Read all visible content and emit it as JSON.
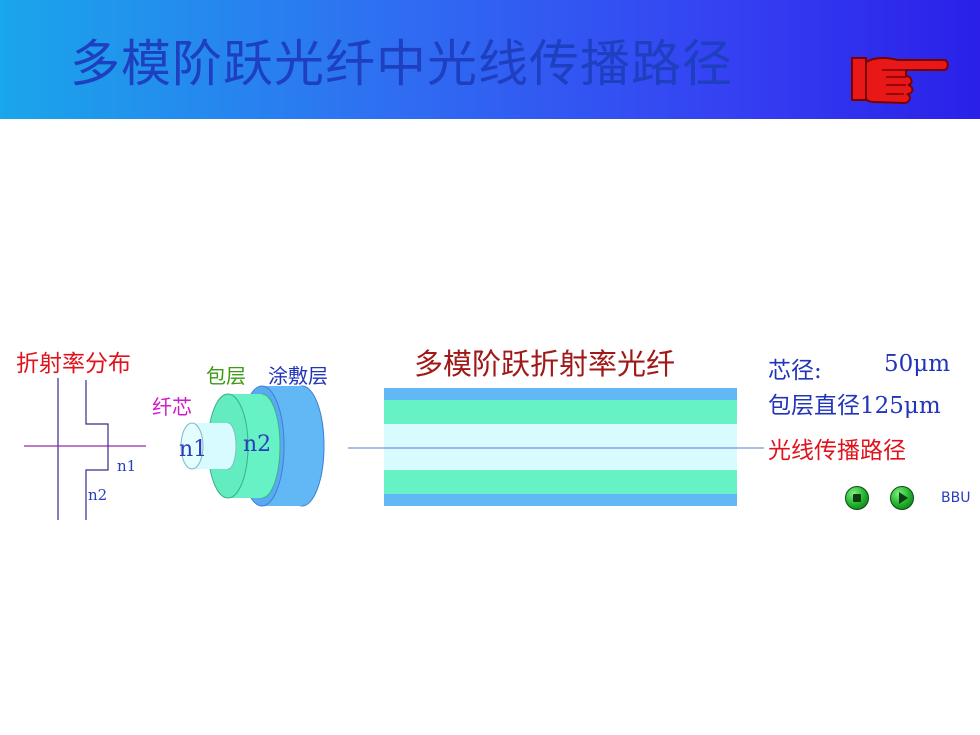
{
  "header": {
    "title": "多模阶跃光纤中光线传播路径",
    "pointer_icon": "pointing-hand-icon"
  },
  "index_profile": {
    "title": "折射率分布",
    "n1_label": "n1",
    "n2_label": "n2"
  },
  "cross_section": {
    "cladding_label": "包层",
    "coating_label": "涂敷层",
    "core_label": "纤芯",
    "core_index": "n1",
    "cladding_index": "n2"
  },
  "fiber": {
    "title": "多模阶跃折射率光纤",
    "core_diameter_label": "芯径:",
    "core_diameter_value": "50μm",
    "cladding_diameter_label": "包层直径125μm",
    "ray_path_label": "光线传播路径"
  },
  "controls": {
    "stop_icon": "stop-icon",
    "play_icon": "play-icon",
    "logo_text": "BBU"
  },
  "colors": {
    "header_start": "#1aa6ea",
    "header_end": "#2a20e8",
    "core": "#d8fbff",
    "cladding": "#66f2c4",
    "coating": "#62b8f4",
    "accent_red": "#e0121c",
    "accent_blue": "#2234b8"
  }
}
